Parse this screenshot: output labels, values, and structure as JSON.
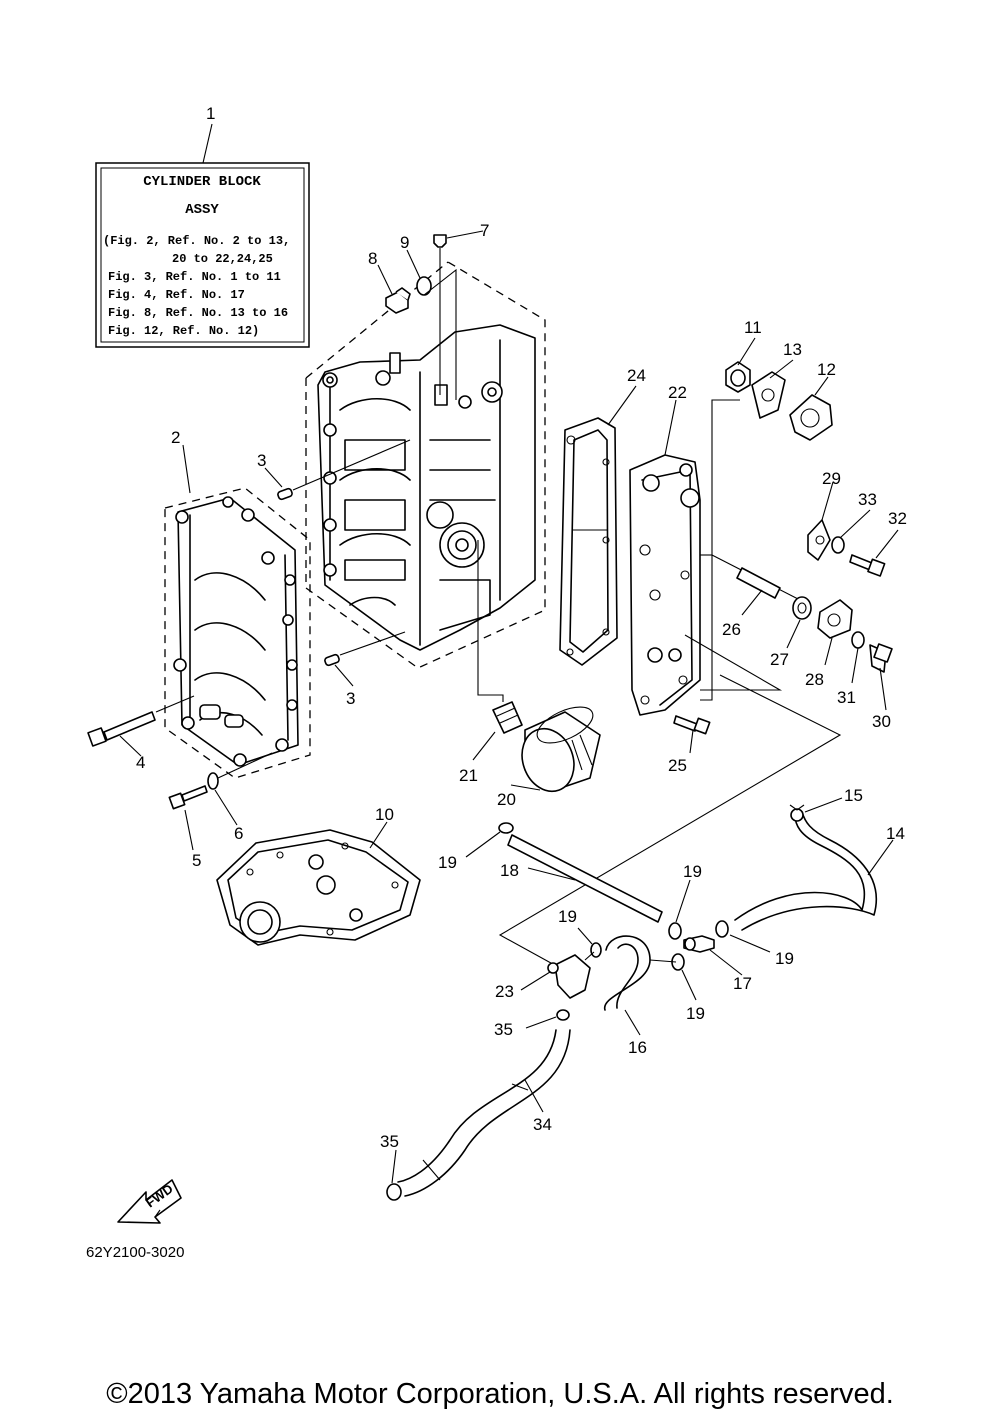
{
  "assembly_box": {
    "ref_no": "1",
    "title_line1": "CYLINDER BLOCK",
    "title_line2": "ASSY",
    "notes": [
      "(Fig. 2, Ref. No. 2 to 13,",
      "20 to 22,24,25",
      "Fig. 3, Ref. No. 1 to 11",
      "Fig. 4, Ref. No. 17",
      "Fig. 8, Ref. No. 13 to 16",
      "Fig. 12, Ref. No. 12)"
    ]
  },
  "callouts": {
    "c2": "2",
    "c3a": "3",
    "c3b": "3",
    "c4": "4",
    "c5": "5",
    "c6": "6",
    "c7": "7",
    "c8": "8",
    "c9": "9",
    "c10": "10",
    "c11": "11",
    "c12": "12",
    "c13": "13",
    "c14": "14",
    "c15": "15",
    "c16": "16",
    "c17": "17",
    "c18": "18",
    "c19a": "19",
    "c19b": "19",
    "c19c": "19",
    "c19d": "19",
    "c19e": "19",
    "c20": "20",
    "c21": "21",
    "c22": "22",
    "c23": "23",
    "c24": "24",
    "c25": "25",
    "c26": "26",
    "c27": "27",
    "c28": "28",
    "c29": "29",
    "c30": "30",
    "c31": "31",
    "c32": "32",
    "c33": "33",
    "c34": "34",
    "c35a": "35",
    "c35b": "35"
  },
  "fwd_label": "FWD",
  "drawing_number": "62Y2100-3020",
  "copyright": "©2013 Yamaha Motor Corporation, U.S.A. All rights reserved."
}
